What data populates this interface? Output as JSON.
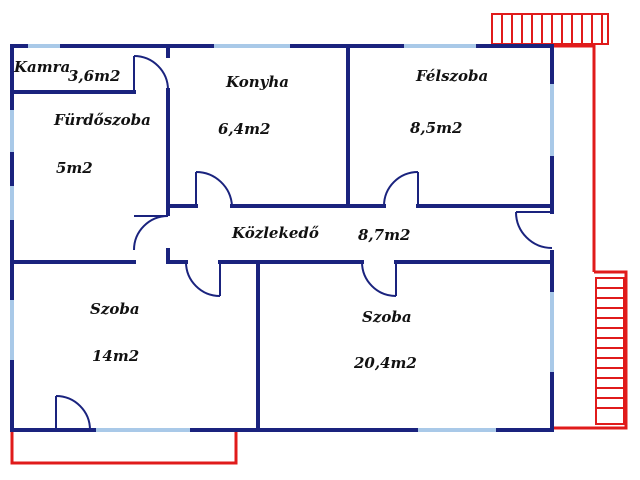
{
  "colors": {
    "wall": "#1a237e",
    "window": "#a9c9e8",
    "balcony": "#e01b1b",
    "door": "#1a237e",
    "text": "#111111"
  },
  "rooms": {
    "kamra": {
      "label": "Kamra",
      "area": "3,6m2"
    },
    "konyha": {
      "label": "Konyha",
      "area": "6,4m2"
    },
    "felszoba": {
      "label": "Félszoba",
      "area": "8,5m2"
    },
    "furdoszoba": {
      "label": "Fürdőszoba",
      "area": "5m2"
    },
    "kozlekedo": {
      "label": "Közlekedő",
      "area": "8,7m2"
    },
    "szoba1": {
      "label": "Szoba",
      "area": "14m2"
    },
    "szoba2": {
      "label": "Szoba",
      "area": "20,4m2"
    }
  }
}
